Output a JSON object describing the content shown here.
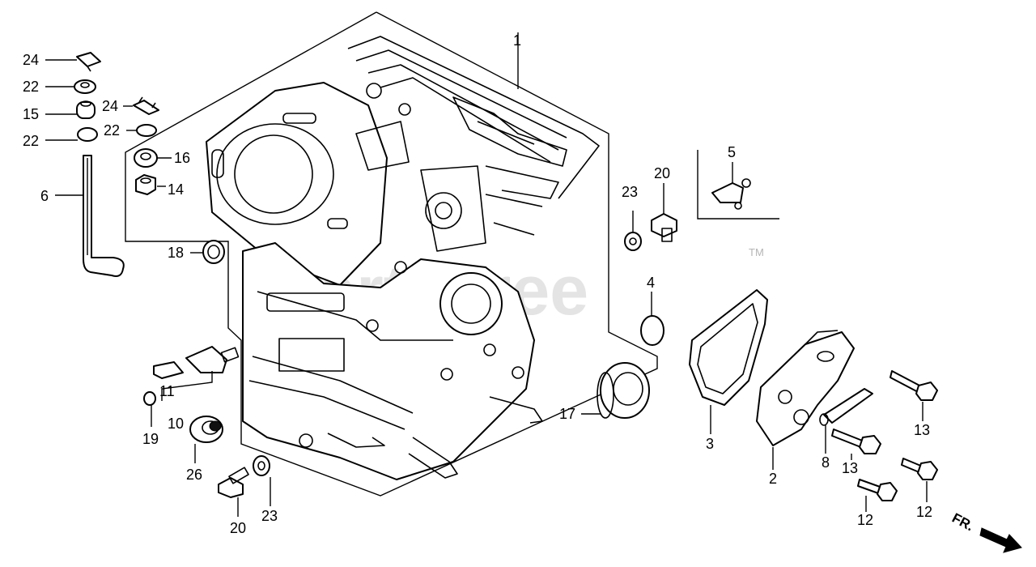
{
  "watermark": {
    "text": "PartsTree",
    "trademark": "TM"
  },
  "direction": {
    "label": "FR."
  },
  "callouts": {
    "p1": "1",
    "p2": "2",
    "p3": "3",
    "p4": "4",
    "p5": "5",
    "p6": "6",
    "p8": "8",
    "p10": "10",
    "p11": "11",
    "p12a": "12",
    "p12b": "12",
    "p13a": "13",
    "p13b": "13",
    "p14": "14",
    "p15": "15",
    "p16": "16",
    "p17": "17",
    "p18": "18",
    "p19": "19",
    "p20a": "20",
    "p20b": "20",
    "p22a": "22",
    "p22b": "22",
    "p22c": "22",
    "p23a": "23",
    "p23b": "23",
    "p24a": "24",
    "p24b": "24",
    "p26": "26"
  }
}
